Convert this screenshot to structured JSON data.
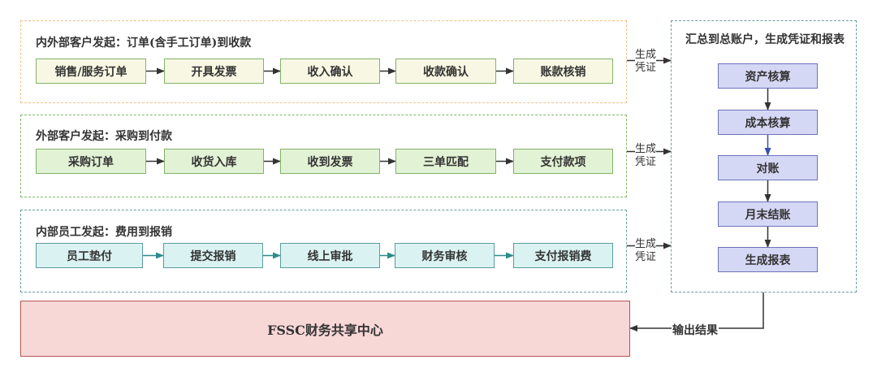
{
  "groups": [
    {
      "title": "内外部客户发起：订单(含手工订单)到收款",
      "steps": [
        "销售/服务订单",
        "开具发票",
        "收入确认",
        "收款确认",
        "账款核销"
      ],
      "border_color": "#f0c08a",
      "step_fill": "#f7f7e3",
      "step_border": "#82b366",
      "arrow_color": "#333333"
    },
    {
      "title": "外部客户发起：采购到付款",
      "steps": [
        "采购订单",
        "收货入库",
        "收到发票",
        "三单匹配",
        "支付款项"
      ],
      "border_color": "#82b366",
      "step_fill": "#e2f2d5",
      "step_border": "#82b366",
      "arrow_color": "#333333"
    },
    {
      "title": "内部员工发起：费用到报销",
      "steps": [
        "员工垫付",
        "提交报销",
        "线上审批",
        "财务审核",
        "支付报销费"
      ],
      "border_color": "#6a9e9e",
      "step_fill": "#dbf2f2",
      "step_border": "#5b9c9c",
      "arrow_color": "#2e8b8b"
    }
  ],
  "voucher_label_line1": "生成",
  "voucher_label_line2": "凭证",
  "core": {
    "title": "汇总到总账户，生成凭证和报表",
    "steps": [
      "资产核算",
      "成本核算",
      "对账",
      "月末结账",
      "生成报表"
    ],
    "border_color": "#6a9e9e",
    "step_fill": "#d5d8f5",
    "step_border": "#6c72b8"
  },
  "output_label": "输出结果",
  "fssc": {
    "label": "FSSC财务共享中心",
    "fill": "#f8d7d7",
    "border": "#b85450"
  }
}
